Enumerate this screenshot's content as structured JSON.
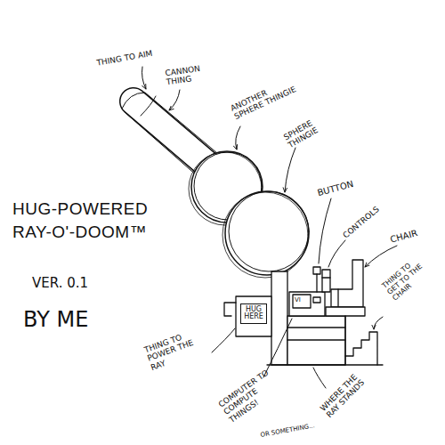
{
  "diagram": {
    "title": "HUG-POWERED RAY-O'-DOOM™",
    "nodes": [
      {
        "text": [
          "HUG HERE"
        ]
      }
    ],
    "labels": [
      "THING TO AIM",
      "CANNON THING",
      "ANOTHER SPHERE THINGIE",
      "SPHERE THINGIE",
      "BUTTON",
      "CONTROLS",
      "CHAIR",
      "THING TO GET TO THE CHAIR",
      "VER. 0.1",
      "BY ME",
      "THING TO POWER THE RAY",
      "VI",
      "COMPUTER TO COMPUTE THINGS!",
      "OR SOMETHING...",
      "WHERE THE RAY STANDS"
    ]
  }
}
